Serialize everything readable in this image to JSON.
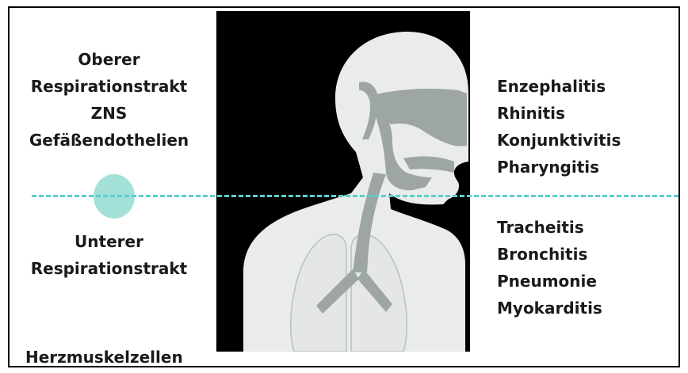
{
  "left_upper": [
    "Oberer",
    "Respirationstrakt",
    "ZNS",
    "Gefäßendothelien"
  ],
  "left_lower": [
    "Unterer",
    "Respirationstrakt"
  ],
  "left_bottom": "Herzmuskelzellen",
  "right_upper": [
    "Enzephalitis",
    "Rhinitis",
    "Konjunktivitis",
    "Pharyngitis"
  ],
  "right_lower": [
    "Tracheitis",
    "Bronchitis",
    "Pneumonie",
    "Myokarditis"
  ],
  "colors": {
    "background_panel": "#000000",
    "body": "#e9ecea",
    "airway": "#9da6a2",
    "divider": "#5ccfcf",
    "marker": "#a3e1d8",
    "text": "#1a1a1a"
  }
}
